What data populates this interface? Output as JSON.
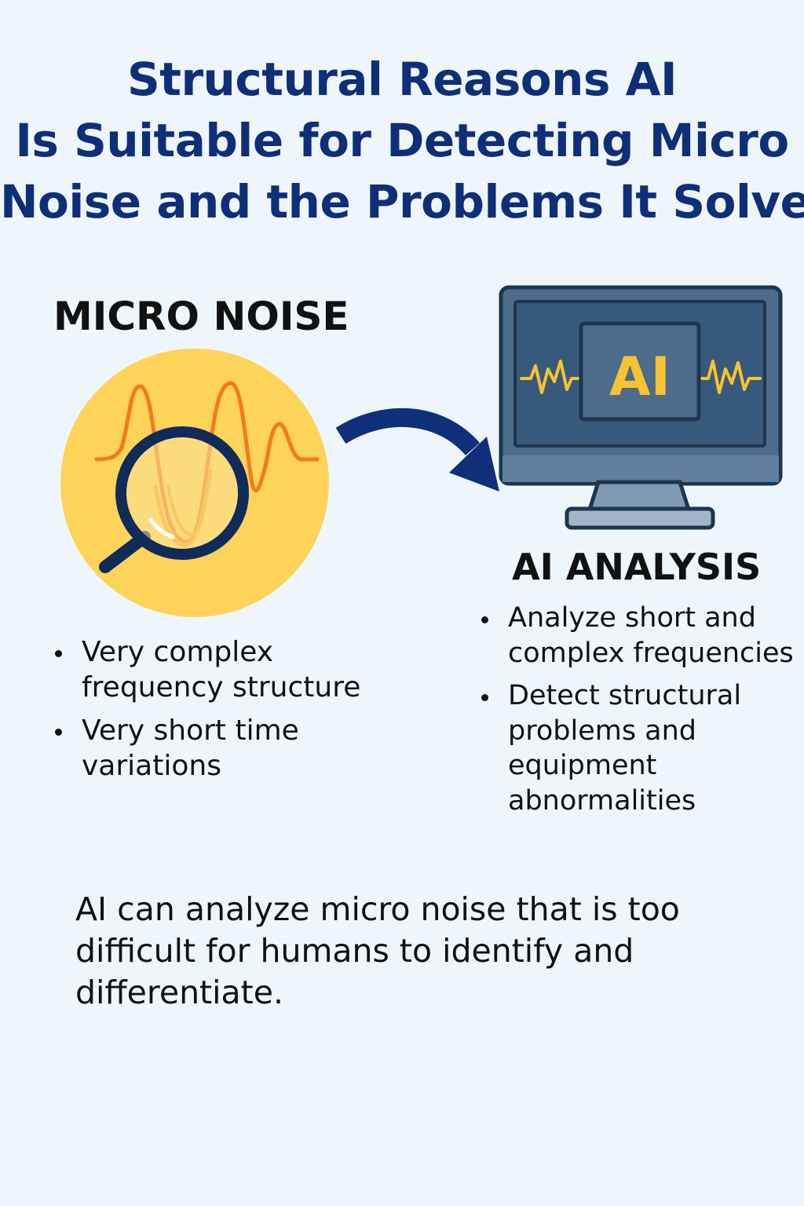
{
  "title": {
    "line1": "Structural Reasons AI",
    "line2": "Is Suitable for Detecting Micro",
    "line3": "Noise and the Problems It Solve"
  },
  "micro_noise": {
    "heading": "MICRO NOISE",
    "bullets": [
      {
        "line1": "Very complex",
        "line2": "frequency structure"
      },
      {
        "line1": "Very short time",
        "line2": "variations"
      }
    ]
  },
  "ai_analysis": {
    "heading": "AI ANALYSIS",
    "screen_label": "AI",
    "bullets": [
      {
        "line1": "Analyze short and",
        "line2": "complex frequencies"
      },
      {
        "line1": "Detect structural",
        "line2": "problems and",
        "line3": "equipment",
        "line4": "abnormalities"
      }
    ]
  },
  "conclusion": {
    "line1": " AI can analyze micro noise that is too",
    "line2": "difficult for humans to identify and",
    "line3": "differentiate."
  },
  "colors": {
    "background": "#eef6fc",
    "title": "#0e2f78",
    "circle": "#fdd35a",
    "wave_outer": "#f47a1e",
    "wave_inner": "#f9a51c",
    "magnifier": "#0f2b5a",
    "arrow": "#0f2f7a",
    "monitor_frame": "#4d6b8a",
    "monitor_screen": "#375a7c",
    "ai_text": "#f7c331"
  },
  "icons": [
    "magnifier-icon",
    "waveform-icon",
    "arrow-icon",
    "monitor-icon"
  ]
}
